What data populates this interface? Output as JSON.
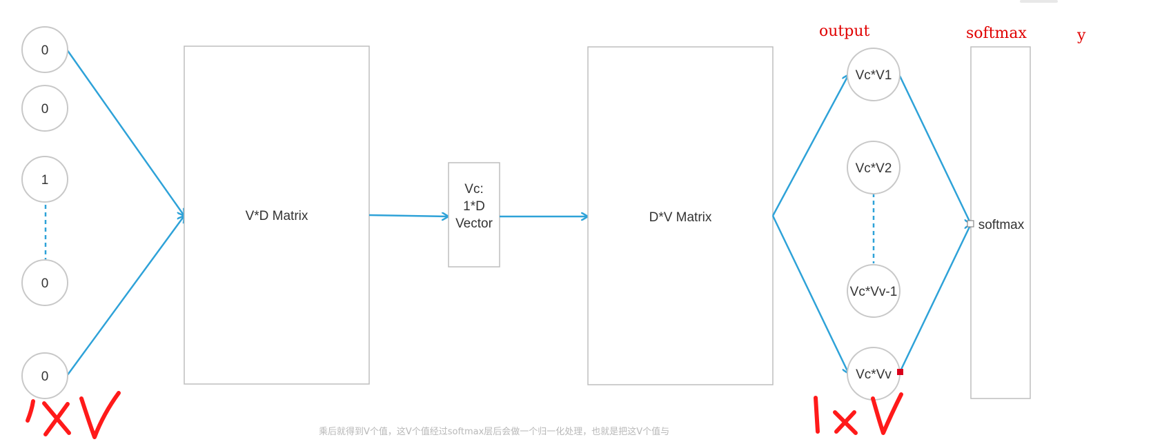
{
  "input_nodes": [
    "0",
    "0",
    "1",
    "0",
    "0"
  ],
  "vd_matrix_label": "V*D Matrix",
  "vector_label": [
    "Vc:",
    "1*D",
    "Vector"
  ],
  "dv_matrix_label": "D*V Matrix",
  "output_nodes": [
    "Vc*V1",
    "Vc*V2",
    "Vc*Vv-1",
    "Vc*Vv"
  ],
  "softmax_box_label": "softmax",
  "headers": {
    "output": "output",
    "softmax": "softmax",
    "y": "y"
  },
  "handwritten": {
    "left": "1xV",
    "right": "1x V"
  },
  "caption": "乘后就得到V个值，这V个值经过softmax层后会做一个归一化处理，也就是把这V个值与",
  "colors": {
    "edge": "#2ea2d8",
    "annotation": "#e00000"
  }
}
